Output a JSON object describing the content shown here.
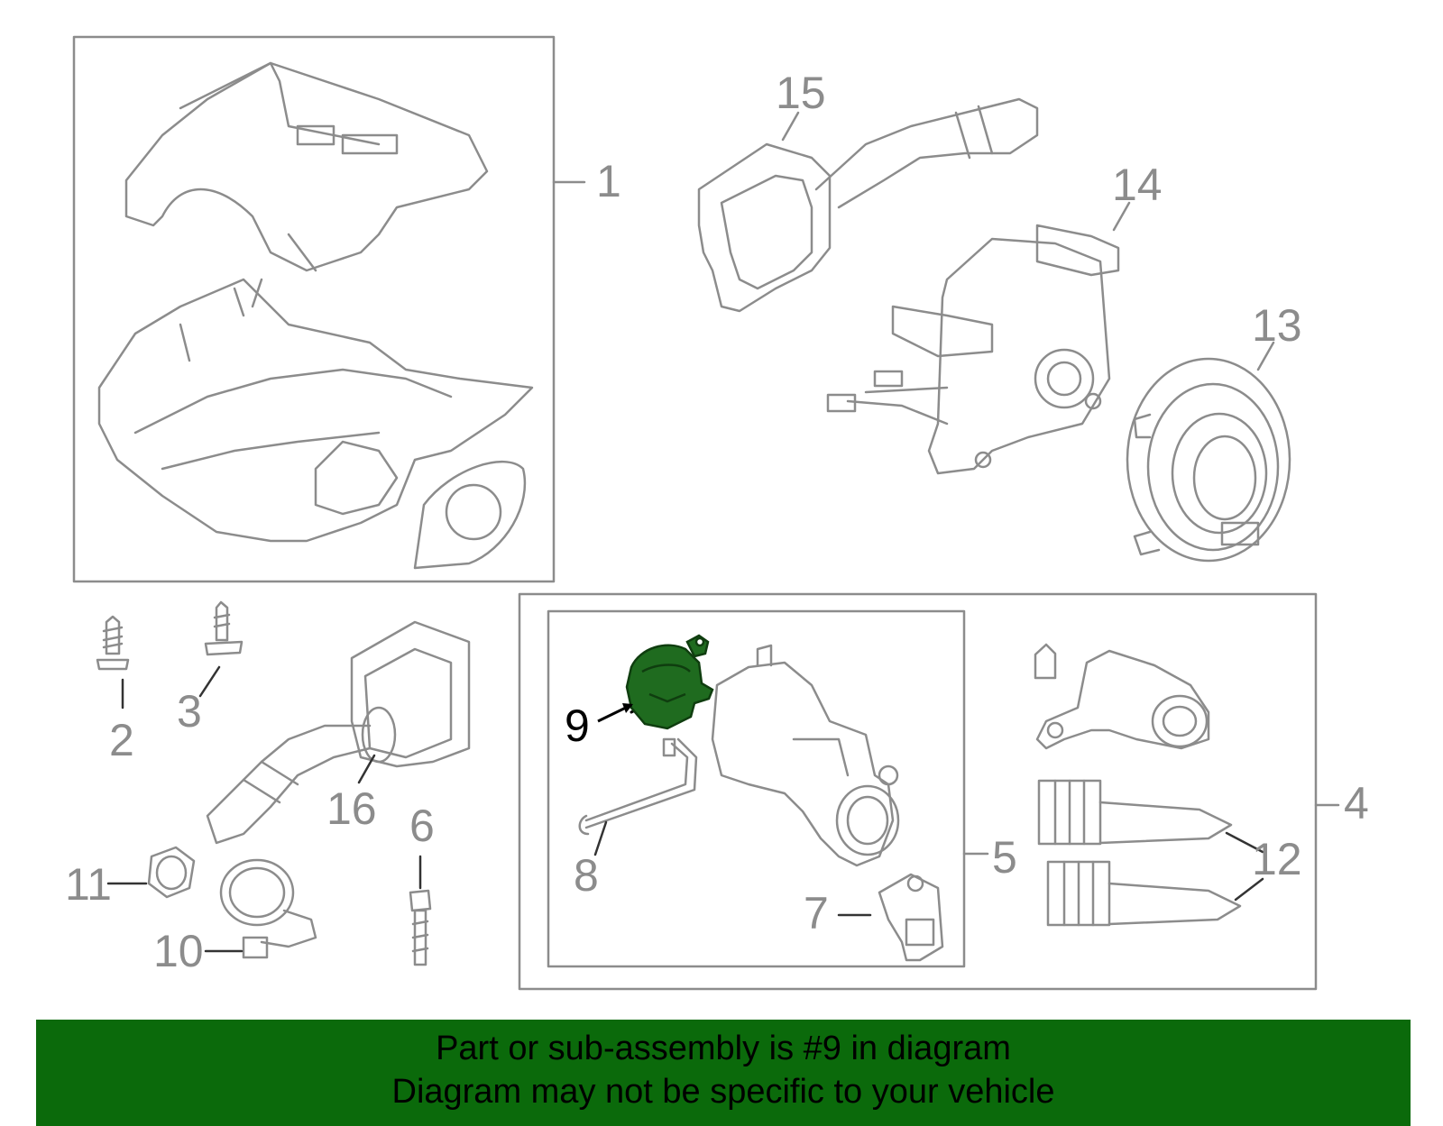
{
  "callouts": {
    "c1": "1",
    "c2": "2",
    "c3": "3",
    "c4": "4",
    "c5": "5",
    "c6": "6",
    "c7": "7",
    "c8": "8",
    "c9": "9",
    "c10": "10",
    "c11": "11",
    "c12": "12",
    "c13": "13",
    "c14": "14",
    "c15": "15",
    "c16": "16"
  },
  "highlight": {
    "part_number": "9",
    "color": "#1f6b1f"
  },
  "colors": {
    "line": "#8c8c8c",
    "banner": "#0b6a0b"
  },
  "banner": {
    "line1": "Part or sub-assembly is #9 in diagram",
    "line2": "Diagram may not be specific to your vehicle"
  }
}
